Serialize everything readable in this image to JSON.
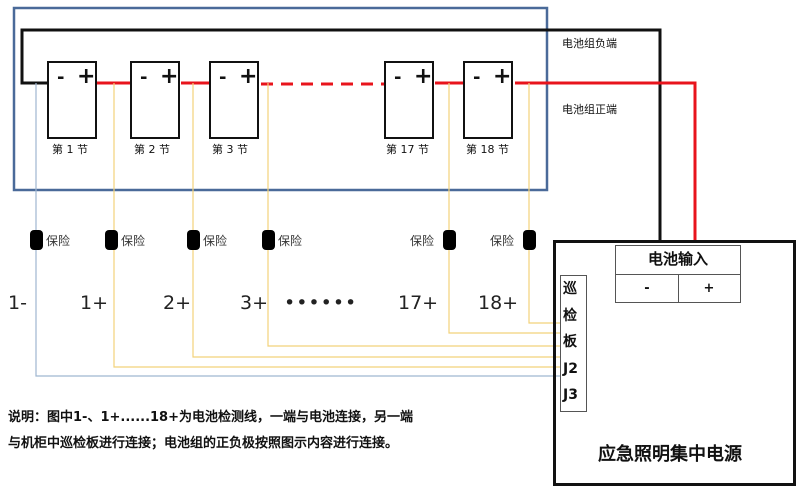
{
  "battery_pack": {
    "negative_label": "电池组负端",
    "positive_label": "电池组正端",
    "cells": [
      {
        "label": "第 1 节",
        "minus": "-",
        "plus": "+"
      },
      {
        "label": "第 2 节",
        "minus": "-",
        "plus": "+"
      },
      {
        "label": "第 3 节",
        "minus": "-",
        "plus": "+"
      },
      {
        "label": "第 17 节",
        "minus": "-",
        "plus": "+"
      },
      {
        "label": "第 18 节",
        "minus": "-",
        "plus": "+"
      }
    ]
  },
  "fuses": [
    {
      "label": "保险"
    },
    {
      "label": "保险"
    },
    {
      "label": "保险"
    },
    {
      "label": "保险"
    },
    {
      "label": "保险"
    },
    {
      "label": "保险"
    }
  ],
  "sense_wires": [
    "1-",
    "1+",
    "2+",
    "3+",
    "••••••",
    "17+",
    "18+"
  ],
  "power_supply": {
    "title": "应急照明集中电源",
    "battery_input": {
      "header": "电池输入",
      "minus": "-",
      "plus": "+"
    },
    "inspection_board": [
      "巡",
      "检",
      "板",
      "J2",
      "J3"
    ]
  },
  "note": {
    "line1": "说明：图中1-、1+......18+为电池检测线，一端与电池连接，另一端",
    "line2": "与机柜中巡检板进行连接；电池组的正负极按照图示内容进行连接。"
  },
  "colors": {
    "positive": "#e8141c",
    "negative": "#111111",
    "sense": "#f2d27a",
    "sense_negative": "#9fb6d0",
    "frame": "#4a6a99"
  }
}
